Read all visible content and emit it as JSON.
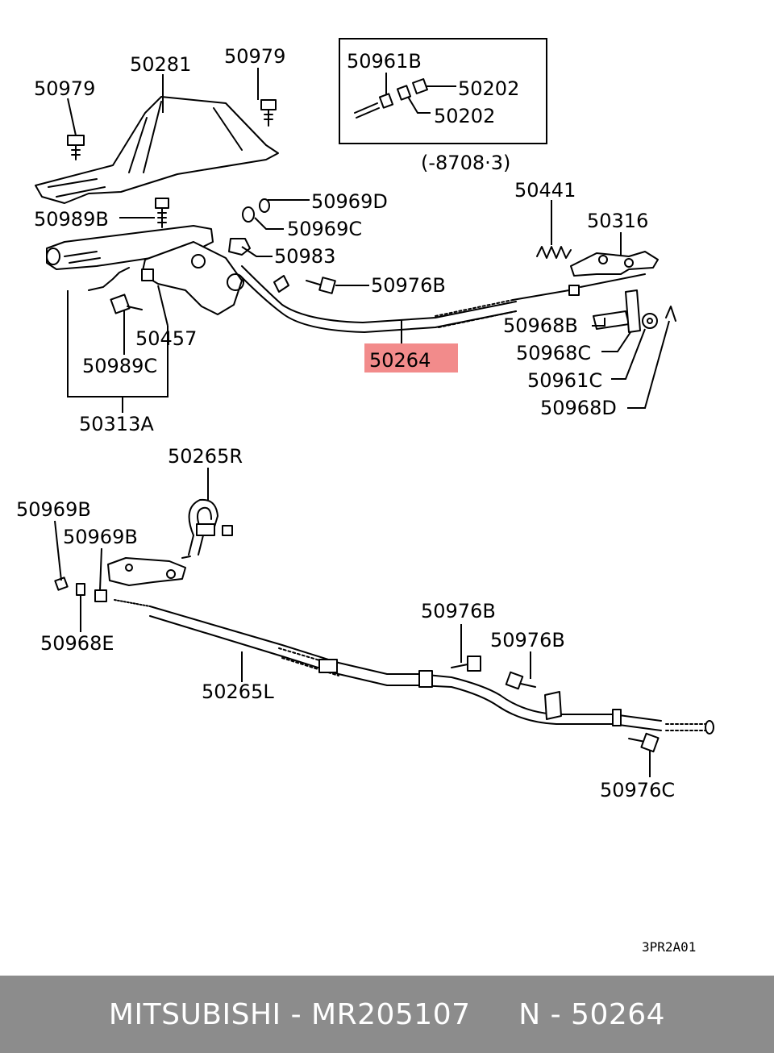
{
  "diagram": {
    "labels": {
      "p50281": "50281",
      "p50979_a": "50979",
      "p50979_b": "50979",
      "p50961B": "50961B",
      "p50202_a": "50202",
      "p50202_b": "50202",
      "inset_note": "(-8708·3)",
      "p50969D": "50969D",
      "p50989B": "50989B",
      "p50969C": "50969C",
      "p50983": "50983",
      "p50441": "50441",
      "p50316": "50316",
      "p50976B_a": "50976B",
      "p50968B": "50968B",
      "p50264": "50264",
      "p50968C": "50968C",
      "p50961C": "50961C",
      "p50968D": "50968D",
      "p50457": "50457",
      "p50989C": "50989C",
      "p50313A": "50313A",
      "p50265R": "50265R",
      "p50969B_a": "50969B",
      "p50969B_b": "50969B",
      "p50968E": "50968E",
      "p50976B_b": "50976B",
      "p50976B_c": "50976B",
      "p50265L": "50265L",
      "p50976C": "50976C",
      "diagram_code": "3PR2A01"
    },
    "highlight_color": "#f28b8b"
  },
  "footer": {
    "text": "MITSUBISHI - MR205107     N - 50264"
  }
}
